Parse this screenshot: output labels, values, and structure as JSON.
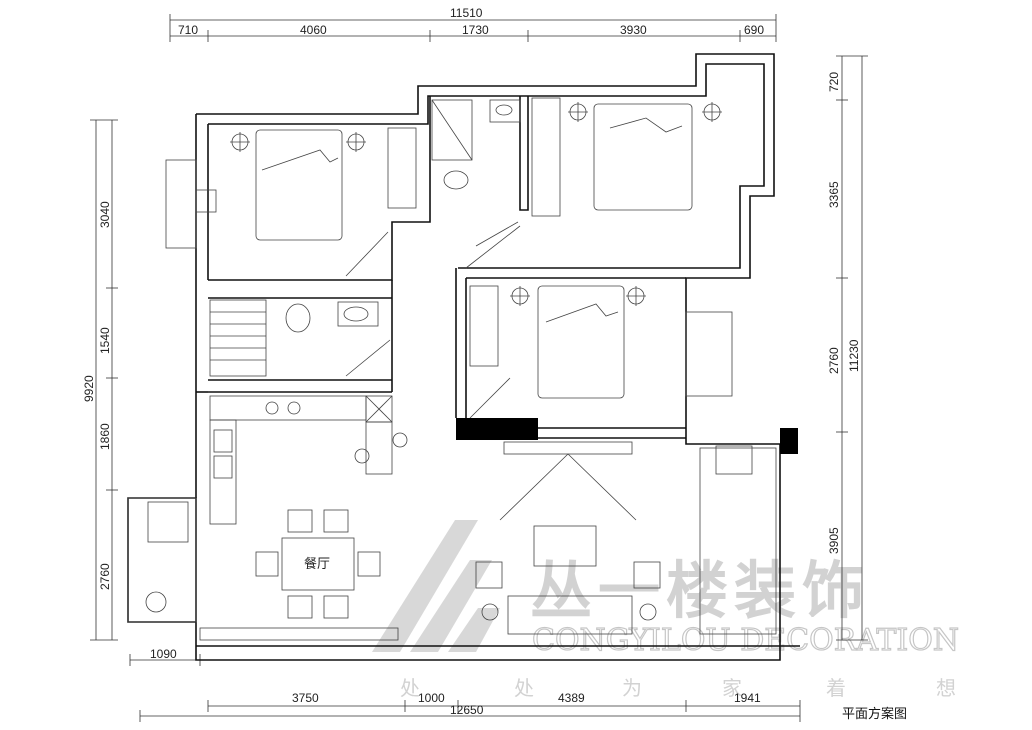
{
  "dimensions": {
    "top_total": "11510",
    "top_segments": [
      "710",
      "4060",
      "1730",
      "3930",
      "690"
    ],
    "left_total": "9920",
    "left_segments": [
      "3040",
      "1540",
      "1860",
      "2760"
    ],
    "right_segments": [
      "720",
      "3365",
      "2760",
      "3905"
    ],
    "right_total": "11230",
    "bottom_left": "1090",
    "bottom_segments": [
      "3750",
      "1000",
      "4389",
      "1941"
    ],
    "bottom_total": "12650"
  },
  "rooms": {
    "dining_label": "餐厅"
  },
  "caption": "平面方案图",
  "watermark": {
    "name_cn": "丛一楼装饰",
    "name_en": "CONGYILOU DECORATION",
    "slogan": [
      "处",
      "处",
      "为",
      "家",
      "着",
      "想"
    ]
  }
}
